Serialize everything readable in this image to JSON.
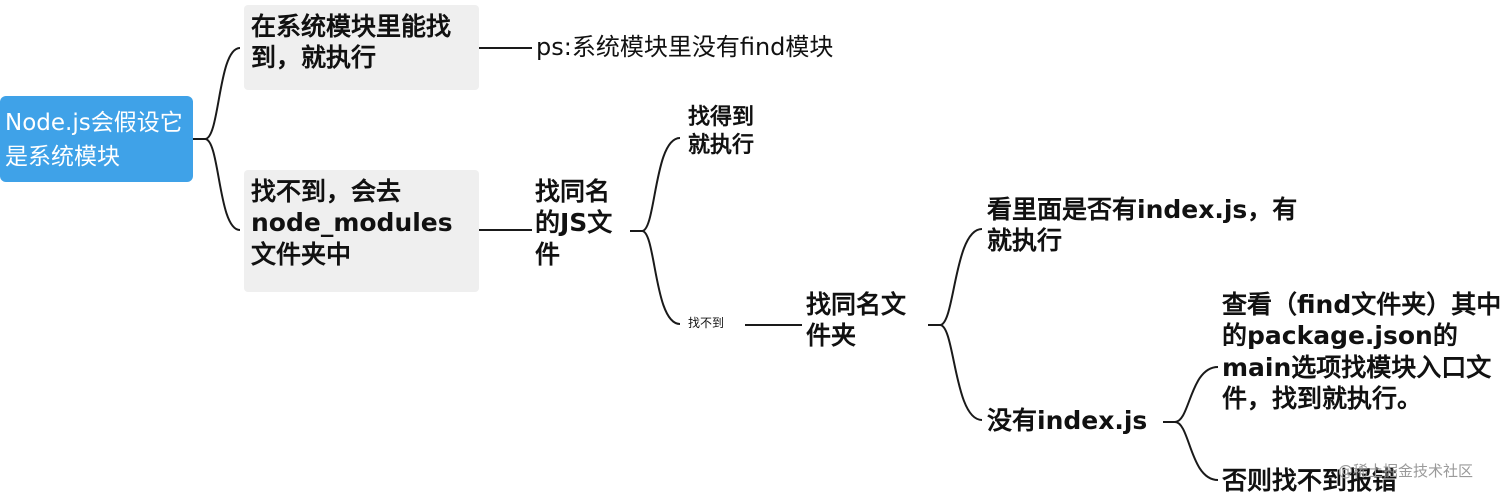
{
  "nodes": {
    "root": "Node.js会假设它是系统模块",
    "found_system": "在系统模块里能找到，就执行",
    "ps_note": "ps:系统模块里没有find模块",
    "not_found": "找不到，会去node_modules文件夹中",
    "same_name_js": "找同名的JS文件",
    "found_exec": "找得到就执行",
    "not_found_small": "找不到",
    "same_name_folder": "找同名文件夹",
    "check_index": "看里面是否有index.js，有就执行",
    "no_index": "没有index.js",
    "check_package": "查看（find文件夹）其中的package.json的main选项找模块入口文件，找到就执行。",
    "else_error": "否则找不到报错"
  },
  "watermark": "@稀土掘金技术社区"
}
